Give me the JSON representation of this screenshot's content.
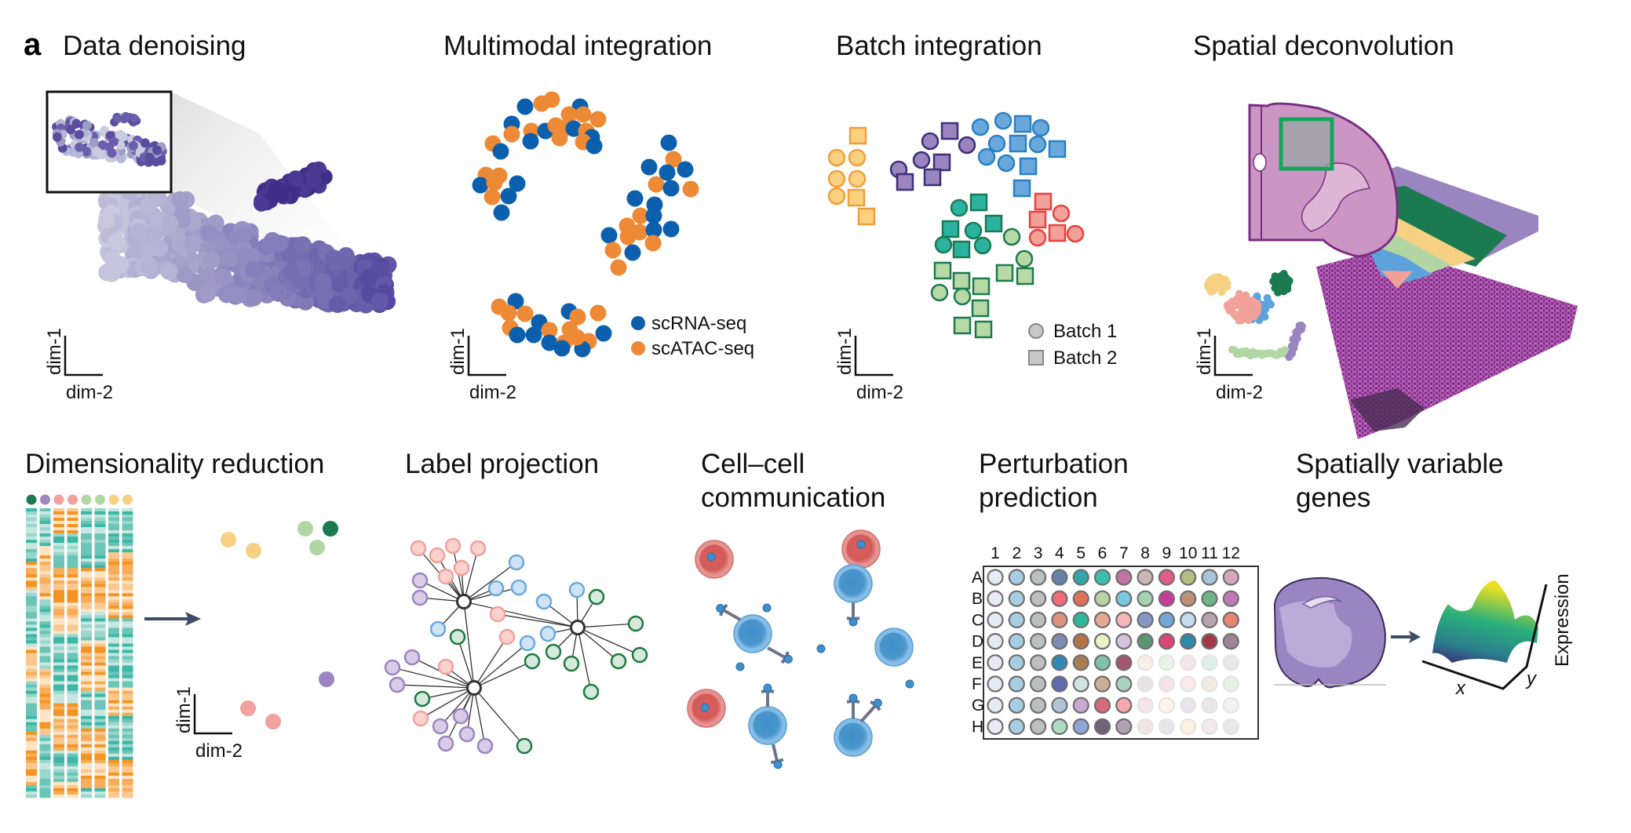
{
  "figure": {
    "panel_letter": "a",
    "axis_labels": {
      "dim1": "dim-1",
      "dim2": "dim-2"
    }
  },
  "panels": {
    "data_denoising": {
      "title": "Data denoising"
    },
    "multimodal_integration": {
      "title": "Multimodal integration",
      "legend": [
        {
          "label": "scRNA-seq",
          "color": "#0b5fad"
        },
        {
          "label": "scATAC-seq",
          "color": "#ee8a35"
        }
      ]
    },
    "batch_integration": {
      "title": "Batch integration",
      "legend": [
        {
          "label": "Batch 1",
          "shape": "circle"
        },
        {
          "label": "Batch 2",
          "shape": "square"
        }
      ],
      "cluster_colors": {
        "orange": {
          "fill": "#f9d17f",
          "stroke": "#f0a040"
        },
        "purple": {
          "fill": "#9a85c0",
          "stroke": "#3b2f7a"
        },
        "blue": {
          "fill": "#6aa8dc",
          "stroke": "#2a80c4"
        },
        "teal": {
          "fill": "#2bb3a0",
          "stroke": "#1a7a55"
        },
        "lightgreen": {
          "fill": "#b6d9a6",
          "stroke": "#1e7a4c"
        },
        "red": {
          "fill": "#f2a09a",
          "stroke": "#e8413f"
        }
      }
    },
    "spatial_deconvolution": {
      "title": "Spatial deconvolution"
    },
    "dimensionality_reduction": {
      "title": "Dimensionality reduction",
      "column_colors": [
        "#1b7a50",
        "#9d8ac2",
        "#f2a19c",
        "#f2a19c",
        "#b2d6a3",
        "#b2d6a3",
        "#f7d183",
        "#f7d183"
      ]
    },
    "label_projection": {
      "title": "Label projection"
    },
    "cell_cell_communication": {
      "title_line1": "Cell–cell",
      "title_line2": "communication"
    },
    "perturbation_prediction": {
      "title_line1": "Perturbation",
      "title_line2": "prediction",
      "columns": [
        "1",
        "2",
        "3",
        "4",
        "5",
        "6",
        "7",
        "8",
        "9",
        "10",
        "11",
        "12"
      ],
      "rows": [
        "A",
        "B",
        "C",
        "D",
        "E",
        "F",
        "G",
        "H"
      ],
      "wells": [
        [
          "#e6eaf5",
          "#a7cde0",
          "#bcbfbf",
          "#6482a8",
          "#30a6a8",
          "#3abfae",
          "#c274a0",
          "#cdb7b5",
          "#e05e87",
          "#b3be80",
          "#a9c4d9",
          "#d6a6bc"
        ],
        [
          "#e6eaf5",
          "#a7cde0",
          "#bcbfbf",
          "#f06a7a",
          "#e07055",
          "#b8d4a4",
          "#7ac7e0",
          "#a6d2b0",
          "#c63d99",
          "#be9077",
          "#6fb487",
          "#bf78b8"
        ],
        [
          "#e6eaf5",
          "#a7cde0",
          "#bcbfbf",
          "#df9180",
          "#2fb79a",
          "#e3a991",
          "#f7b5ba",
          "#8896c9",
          "#74a6d6",
          "#c7dcf1",
          "#b8a3ac",
          "#e98472"
        ],
        [
          "#e6eaf5",
          "#a7cde0",
          "#bcbfbf",
          "#7f8bb3",
          "#b27345",
          "#eaf1c4",
          "#d6c1de",
          "#5a9670",
          "#dc4576",
          "#2f88a8",
          "#a33845",
          "#a18296"
        ],
        [
          "#e6eaf5",
          "#a7cde0",
          "#bcbfbf",
          "#2e89b5",
          "#a97e51",
          "#7fc1ad",
          "#a5566d",
          "faded",
          "faded",
          "faded",
          "faded",
          "faded"
        ],
        [
          "#e6eaf5",
          "#a7cde0",
          "#bcbfbf",
          "#5f6ab0",
          "#cfe4e0",
          "#ccb095",
          "#a9d4be",
          "faded",
          "faded",
          "faded",
          "faded",
          "faded"
        ],
        [
          "#e6eaf5",
          "#a7cde0",
          "#bcbfbf",
          "#b0c4da",
          "#caa9d0",
          "#d86a77",
          "#f6a8b0",
          "faded",
          "faded",
          "faded",
          "faded",
          "faded"
        ],
        [
          "#e6eaf5",
          "#a7cde0",
          "#bcbfbf",
          "#addcc3",
          "#8ea6d6",
          "#6f6378",
          "#b0a0b2",
          "faded",
          "faded",
          "faded",
          "faded",
          "faded"
        ]
      ],
      "faded_wells": [
        [
          "#fbeee8",
          "#e9f3e8",
          "#f3e4ec",
          "#dff1e7",
          "#ebe6ee"
        ],
        [
          "#e6e2e3",
          "#f5e2e8",
          "#fbe8e8",
          "#f3ebe2",
          "#e7f1e8"
        ],
        [
          "#f5e4ec",
          "#fdf3e7",
          "#ebe2eb",
          "#ece6e8",
          "#f2f2f2"
        ],
        [
          "#f1e4e6",
          "#e6e5ea",
          "#fdf1de",
          "#f3ebe8",
          "#ebe6ec"
        ]
      ]
    },
    "spatially_variable_genes": {
      "title_line1": "Spatially variable",
      "title_line2": "genes",
      "axes": {
        "x": "x",
        "y": "y",
        "z": "Expression"
      }
    }
  }
}
